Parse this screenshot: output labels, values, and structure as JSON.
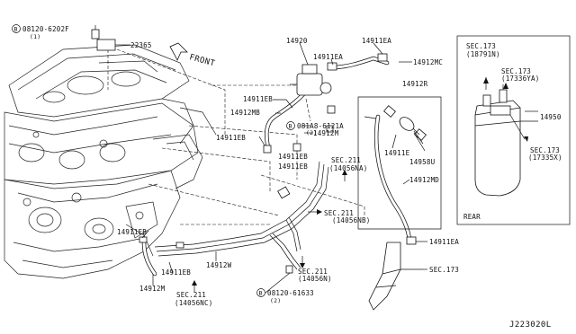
{
  "diagram": {
    "code": "J223020L",
    "front_label": "FRONT",
    "rear_label": "REAR",
    "labels": {
      "bolt_6202F": "08120-6202F",
      "bolt_6202F_qty": "(1)",
      "p22365": "22365",
      "p14920": "14920",
      "p14911EA_top": "14911EA",
      "p14911EA_mid": "14911EA",
      "p14912MC": "14912MC",
      "p14912R": "14912R",
      "p14911EB_a": "14911EB",
      "p14912MB": "14912MB",
      "bolt_6121A": "081A8-6121A",
      "bolt_6121A_qty": "(2)",
      "p14912M_top": "14912M",
      "p14911EB_b": "14911EB",
      "p14911EB_c": "14911EB",
      "p14911EB_d": "14911EB",
      "sec211_a": "SEC.211",
      "sec211_a_ref": "(14056NA)",
      "p14911E": "14911E",
      "p14958U": "14958U",
      "p14912MD": "14912MD",
      "sec211_b": "SEC.211",
      "sec211_b_ref": "(14056NB)",
      "p14911EB_e": "14911EB",
      "p14911EA_low": "14911EA",
      "sec173_low": "SEC.173",
      "p14912W": "14912W",
      "p14911EB_f": "14911EB",
      "p14912M_low": "14912M",
      "sec211_c": "SEC.211",
      "sec211_c_ref": "(14056N)",
      "sec211_d": "SEC.211",
      "sec211_d_ref": "(14056NC)",
      "bolt_61633": "08120-61633",
      "bolt_61633_qty": "(2)",
      "sec173_1": "SEC.173",
      "sec173_1_ref": "(18791N)",
      "sec173_2": "SEC.173",
      "sec173_2_ref": "(17336YA)",
      "p14950": "14950",
      "sec173_3": "SEC.173",
      "sec173_3_ref": "(17335X)"
    }
  }
}
